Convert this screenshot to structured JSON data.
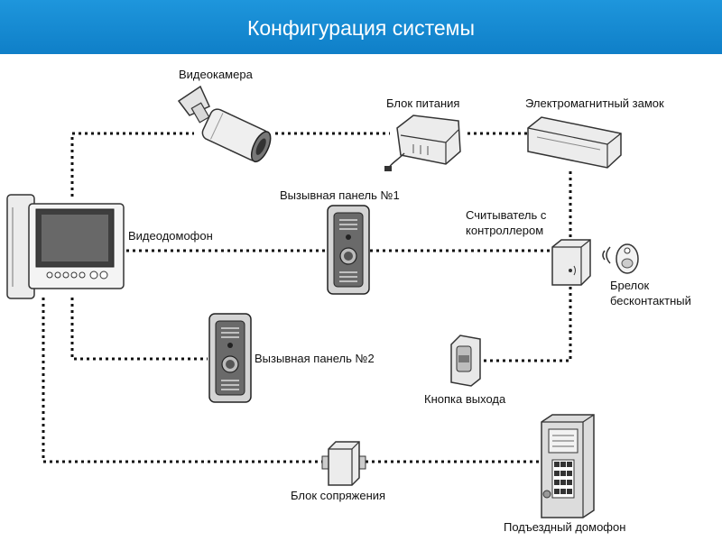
{
  "title": "Конфигурация системы",
  "components": {
    "camera": "Видеокамера",
    "power_supply": "Блок питания",
    "magnetic_lock": "Электромагнитный замок",
    "monitor": "Видеодомофон",
    "call_panel_1": "Вызывная панель №1",
    "reader_line1": "Считыватель с",
    "reader_line2": "контроллером",
    "key_fob_line1": "Брелок",
    "key_fob_line2": "бесконтактный",
    "call_panel_2": "Вызывная панель №2",
    "exit_button": "Кнопка выхода",
    "interface_block": "Блок сопряжения",
    "entrance_intercom": "Подъездный домофон"
  }
}
